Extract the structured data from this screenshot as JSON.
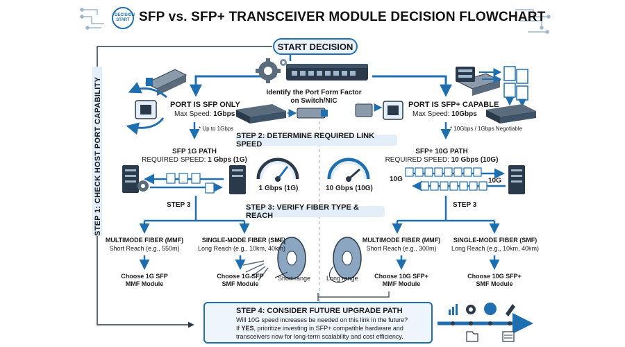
{
  "header": {
    "badge_line1": "DECISION",
    "badge_line2": "START",
    "title": "SFP vs. SFP+ TRANSCEIVER MODULE DECISION FLOWCHART"
  },
  "start": {
    "label": "START DECISION"
  },
  "step1": {
    "vertical_label": "STEP 1: CHECK HOST PORT CAPABILITY",
    "identify_line1": "Identify the Port Form Factor",
    "identify_line2": "on Switch/NIC",
    "sfp_only": {
      "title": "PORT IS SFP ONLY",
      "speed_prefix": "Max Speed: ",
      "speed_value": "1Gbps",
      "note": "* Up to 1Gbps"
    },
    "sfp_plus": {
      "title": "PORT IS SFP+ CAPABLE",
      "speed_prefix": "Max Speed: ",
      "speed_value": "10Gbps",
      "note": "* 10Gbps / 1Gbps Negotiable"
    }
  },
  "step2": {
    "band": "STEP 2: DETERMINE REQUIRED LINK SPEED",
    "left": {
      "title": "SFP 1G PATH",
      "req_prefix": "REQUIRED SPEED: ",
      "req_value": "1 Gbps (1G)",
      "gauge": "1 Gbps (1G)"
    },
    "right": {
      "title": "SFP+ 10G PATH",
      "req_prefix": "REQUIRED SPEED: ",
      "req_value": "10 Gbps (10G)",
      "gauge": "10 Gbps (10G)",
      "lane_label_left": "10G",
      "lane_label_right": "10G"
    }
  },
  "step3": {
    "band": "STEP 3: VERIFY FIBER TYPE & REACH",
    "left_tag": "STEP 3",
    "right_tag": "STEP 3",
    "left_mmf": {
      "title": "MULTIMODE FIBER (MMF)",
      "reach": "Short Reach (e.g., 550m)",
      "choose1": "Choose 1G SFP",
      "choose2": "MMF Module"
    },
    "left_smf": {
      "title": "SINGLE-MODE FIBER (SMF)",
      "reach": "Long Reach (e.g., 10km, 40km)",
      "choose1": "Choose 1G SFP",
      "choose2": "SMF Module"
    },
    "right_mmf": {
      "title": "MULTIMODE FIBER (MMF)",
      "reach": "Short Reach (e.g., 300m)",
      "choose1": "Choose 10G SFP+",
      "choose2": "MMF Module"
    },
    "right_smf": {
      "title": "SINGLE-MODE FIBER (SMF)",
      "reach": "Long Reach (e.g., 10km, 40km)",
      "choose1": "Choose 10G SFP+",
      "choose2": "SMF Module"
    },
    "short_range": "Short range",
    "long_range": "Long range"
  },
  "step4": {
    "title": "STEP 4: CONSIDER FUTURE UPGRADE PATH",
    "line1": "Will 10G speed increases be needed on this link in the future?",
    "line2_prefix": "If ",
    "line2_bold": "YES",
    "line2_rest": ", prioritize investing in SFP+ compatible hardware and",
    "line3": "transceivers now for long-term scalability and cost efficiency."
  },
  "colors": {
    "accent": "#1f6fb0",
    "band": "#e3eef8",
    "dark": "#2b3a4a",
    "steel": "#5a6b7c"
  }
}
